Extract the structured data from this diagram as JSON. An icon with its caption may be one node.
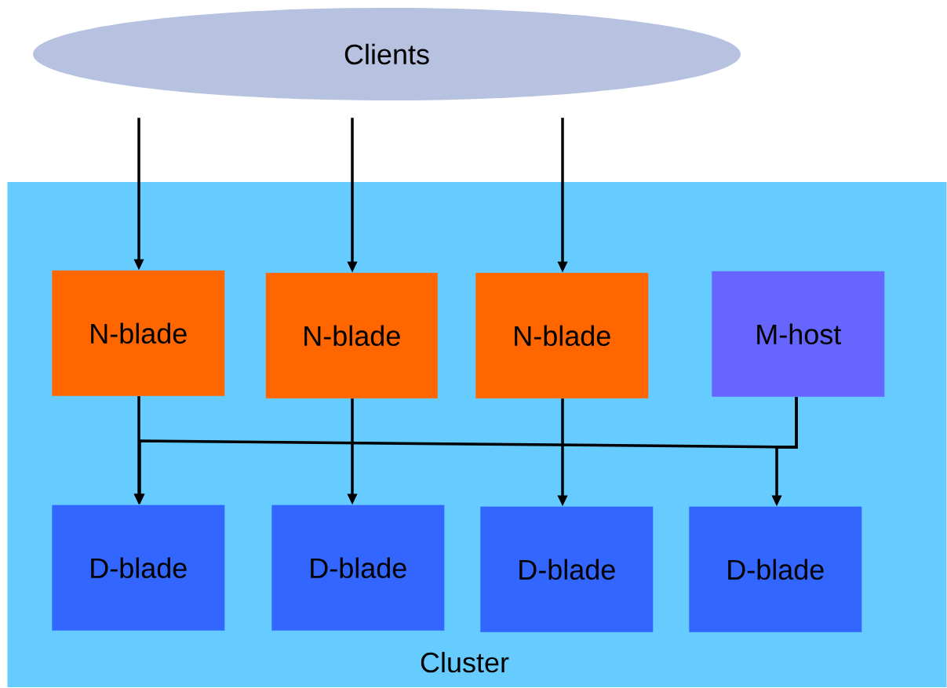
{
  "diagram": {
    "nodes": [
      {
        "text": [
          "Clients"
        ]
      },
      {
        "text": [
          "Cluster"
        ]
      },
      {
        "text": [
          "N-blade"
        ],
        "in": 1
      },
      {
        "text": [
          "N-blade"
        ],
        "in": 1
      },
      {
        "text": [
          "N-blade"
        ],
        "in": 1
      },
      {
        "text": [
          "M-host"
        ],
        "in": 1
      },
      {
        "text": [
          "D-blade"
        ],
        "in": 1
      },
      {
        "text": [
          "D-blade"
        ],
        "in": 1
      },
      {
        "text": [
          "D-blade"
        ],
        "in": 1
      },
      {
        "text": [
          "D-blade"
        ],
        "in": 1
      }
    ],
    "edges": [
      {
        "from": 0,
        "to": 2,
        "arrow": "to"
      },
      {
        "from": 0,
        "to": 3,
        "arrow": "to"
      },
      {
        "from": 0,
        "to": 4,
        "arrow": "to"
      },
      {
        "from": 2,
        "to": 6,
        "arrow": "to"
      },
      {
        "from": 3,
        "to": 7,
        "arrow": "to"
      },
      {
        "from": 4,
        "to": 8,
        "arrow": "to"
      },
      {
        "from": 5,
        "to": 6,
        "arrow": "to"
      },
      {
        "from": 5,
        "to": 9,
        "arrow": "to"
      }
    ]
  }
}
